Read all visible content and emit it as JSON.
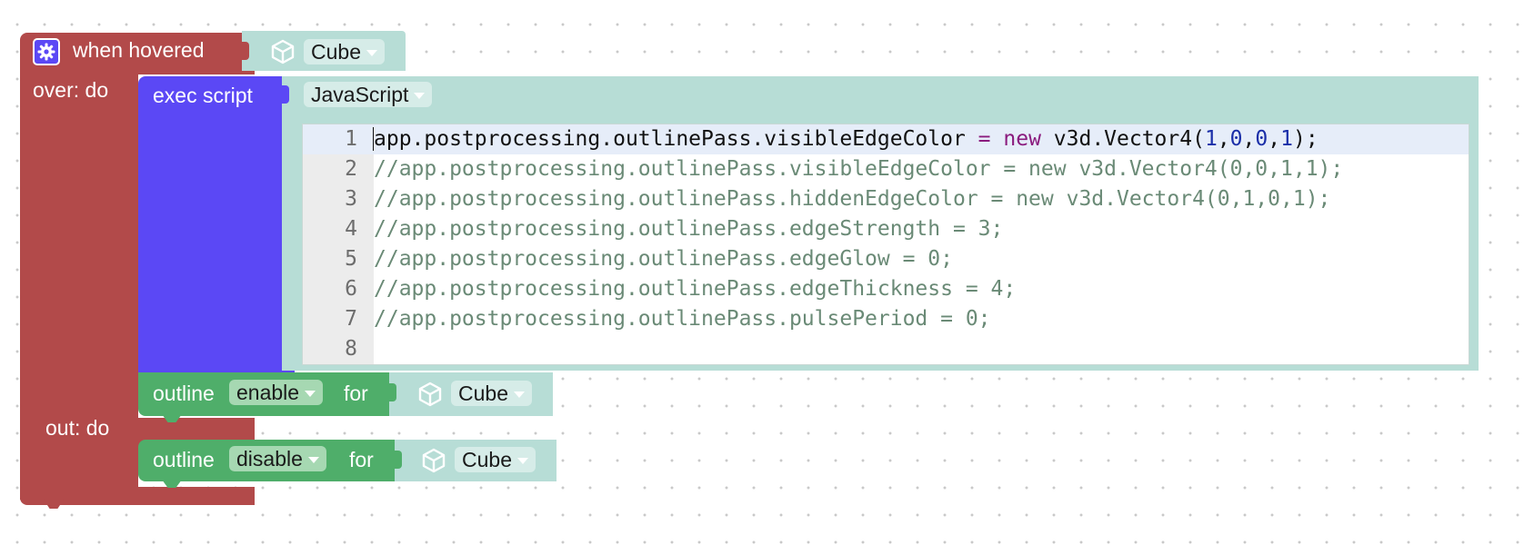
{
  "event_block": {
    "label_top": "when hovered",
    "label_over": "over: do",
    "label_out": "out: do",
    "object": "Cube",
    "icons": [
      "gear-icon",
      "cube-icon"
    ],
    "color": "#b24a4a"
  },
  "exec_block": {
    "label": "exec script",
    "language": "JavaScript",
    "color": "#5b48f5"
  },
  "code": {
    "lines": [
      {
        "num": "1",
        "text": "app.postprocessing.outlinePass.visibleEdgeColor = new v3d.Vector4(1,0,0,1);"
      },
      {
        "num": "2",
        "text": "//app.postprocessing.outlinePass.visibleEdgeColor = new v3d.Vector4(0,0,1,1);"
      },
      {
        "num": "3",
        "text": "//app.postprocessing.outlinePass.hiddenEdgeColor = new v3d.Vector4(0,1,0,1);"
      },
      {
        "num": "4",
        "text": "//app.postprocessing.outlinePass.edgeStrength = 3;"
      },
      {
        "num": "5",
        "text": "//app.postprocessing.outlinePass.edgeGlow = 0;"
      },
      {
        "num": "6",
        "text": "//app.postprocessing.outlinePass.edgeThickness = 4;"
      },
      {
        "num": "7",
        "text": "//app.postprocessing.outlinePass.pulsePeriod = 0;"
      },
      {
        "num": "8",
        "text": ""
      }
    ]
  },
  "outline_enable": {
    "label": "outline",
    "mode": "enable",
    "for_label": "for",
    "object": "Cube",
    "color": "#4fae6a"
  },
  "outline_disable": {
    "label": "outline",
    "mode": "disable",
    "for_label": "for",
    "object": "Cube",
    "color": "#4fae6a"
  },
  "colors": {
    "teal_slot": "#b7ddd6",
    "teal_dropdown": "#d6ece8",
    "green_dropdown": "#a6d8b2",
    "teal_dropdown_frame": "#9fd2c8"
  }
}
